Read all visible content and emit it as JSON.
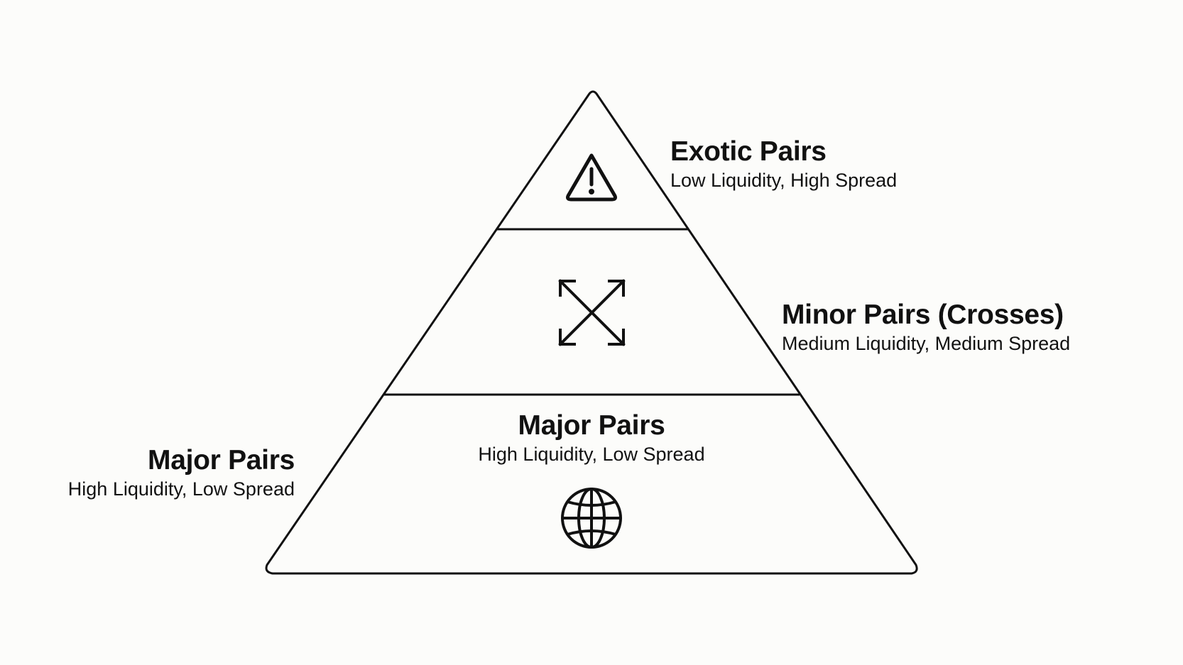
{
  "tiers": {
    "exotic": {
      "title": "Exotic Pairs",
      "subtitle": "Low Liquidity, High Spread",
      "icon": "warning-triangle-icon"
    },
    "minor": {
      "title": "Minor Pairs (Crosses)",
      "subtitle": "Medium Liquidity, Medium Spread",
      "icon": "cross-arrows-icon"
    },
    "major_inside": {
      "title": "Major Pairs",
      "subtitle": "High Liquidity, Low Spread",
      "icon": "globe-icon"
    },
    "major_outside": {
      "title": "Major Pairs",
      "subtitle": "High Liquidity, Low Spread"
    }
  },
  "colors": {
    "background": "#fcfcfa",
    "stroke": "#111111",
    "text": "#111111"
  }
}
